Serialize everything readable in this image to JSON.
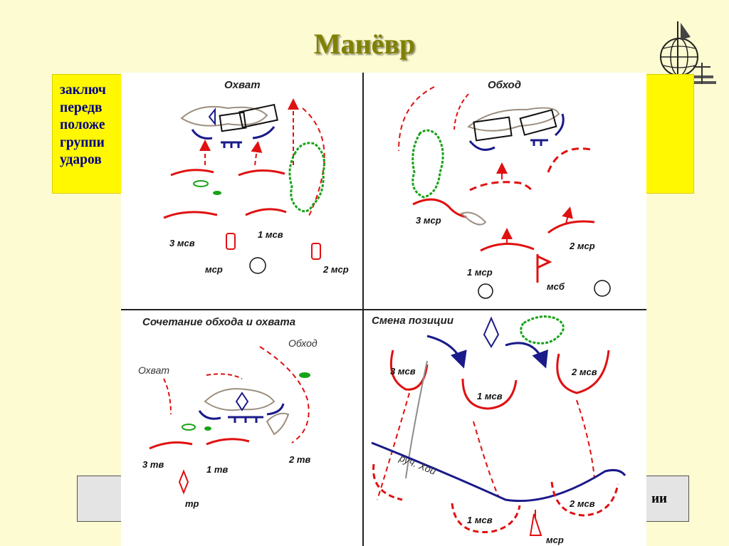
{
  "slide": {
    "title": "Манёвр",
    "body_lines": [
      "заключ",
      "передв",
      "положе                                                                                                ой",
      "группи                                                                                               ии",
      "ударов                                                                                              а."
    ],
    "footer_text": "ии"
  },
  "panels": {
    "envelopment": {
      "title": "Охват",
      "labels": [
        "3 мсв",
        "1 мсв",
        "мср",
        "2 мср"
      ]
    },
    "bypass": {
      "title": "Обход",
      "labels": [
        "3 мср",
        "2 мср",
        "1 мср",
        "мсб"
      ]
    },
    "combined": {
      "title": "Сочетание обхода и охвата",
      "labels": [
        "Обход",
        "Охват",
        "3 тв",
        "1 тв",
        "2 тв",
        "тр"
      ]
    },
    "reposition": {
      "title": "Смена позиции",
      "labels": [
        "3 мсв",
        "1 мсв",
        "2 мсв",
        "руч. Хой",
        "1 мсв",
        "2 мсв",
        "мср"
      ]
    }
  },
  "colors": {
    "background": "#fdfbd1",
    "title": "#808000",
    "highlight_box": "#fff800",
    "body_text": "#000080",
    "friendly": "#e01010",
    "enemy": "#1a1a8a",
    "vegetation": "#17a317"
  }
}
